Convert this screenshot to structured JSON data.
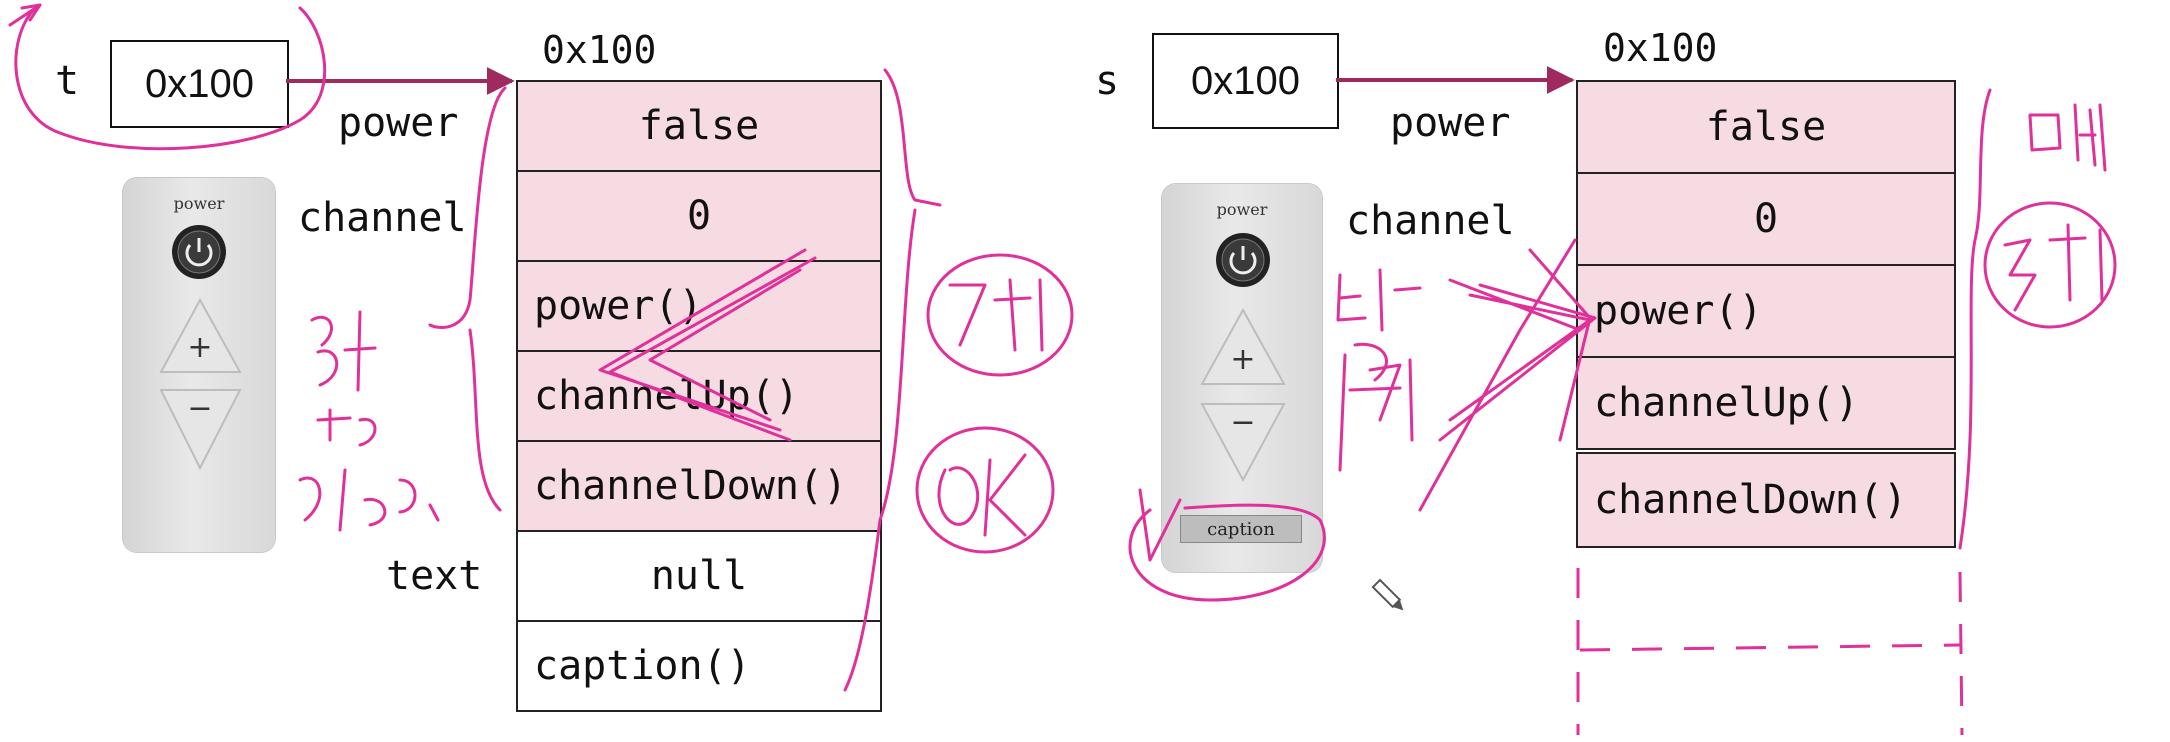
{
  "left": {
    "var_name": "t",
    "ref_value": "0x100",
    "addr": "0x100",
    "labels": {
      "power": "power",
      "channel": "channel",
      "text": "text"
    },
    "cells": [
      "false",
      "0",
      "power()",
      "channelUp()",
      "channelDown()",
      "null",
      "caption()"
    ],
    "remote": {
      "power_label": "power",
      "plus": "+",
      "minus": "−"
    }
  },
  "right": {
    "var_name": "s",
    "ref_value": "0x100",
    "addr": "0x100",
    "labels": {
      "power": "power",
      "channel": "channel"
    },
    "cells": [
      "false",
      "0",
      "power()",
      "channelUp()",
      "channelDown()"
    ],
    "remote": {
      "power_label": "power",
      "plus": "+",
      "minus": "−",
      "caption": "caption"
    }
  },
  "colors": {
    "arrow": "#9e2a5e",
    "ink": "#e0309a",
    "cell_pink": "#f6dbe3"
  },
  "icons": [
    "power-icon",
    "pencil-cursor-icon"
  ]
}
